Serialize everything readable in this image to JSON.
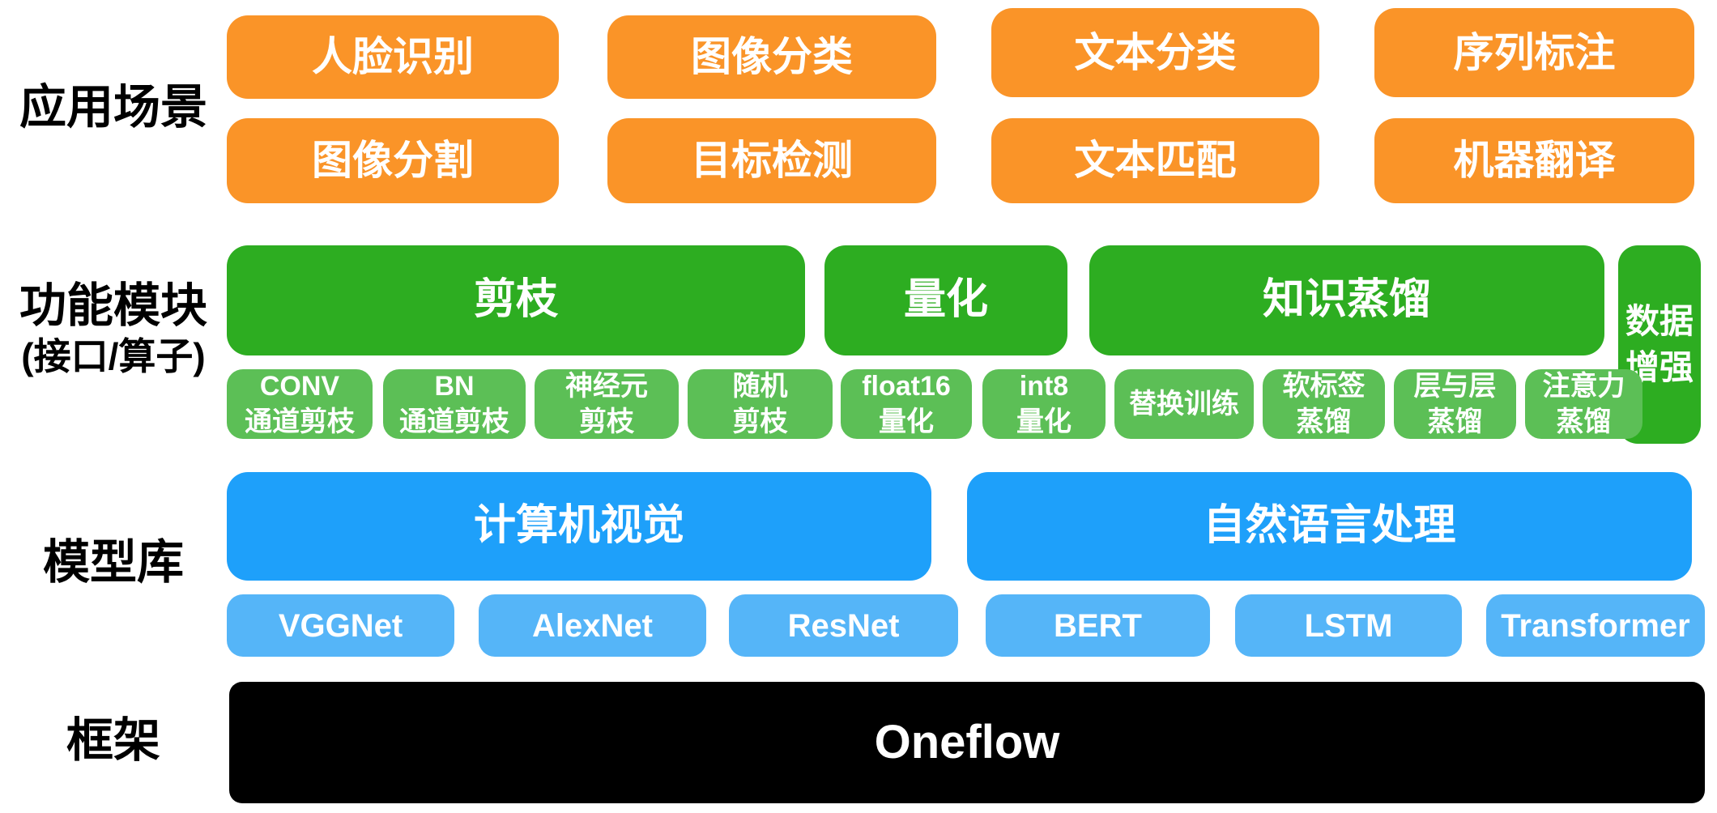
{
  "side_labels": {
    "application": "应用场景",
    "function_line1": "功能模块",
    "function_line2": "(接口/算子)",
    "model": "模型库",
    "framework": "框架"
  },
  "application_scenarios": {
    "row1": [
      "人脸识别",
      "图像分类",
      "文本分类",
      "序列标注"
    ],
    "row2": [
      "图像分割",
      "目标检测",
      "文本匹配",
      "机器翻译"
    ]
  },
  "function_modules": {
    "groups": [
      "剪枝",
      "量化",
      "知识蒸馏"
    ],
    "data_augmentation": {
      "line1": "数据",
      "line2": "增强"
    },
    "operators": [
      {
        "line1": "CONV",
        "line2": "通道剪枝"
      },
      {
        "line1": "BN",
        "line2": "通道剪枝"
      },
      {
        "line1": "神经元",
        "line2": "剪枝"
      },
      {
        "line1": "随机",
        "line2": "剪枝"
      },
      {
        "line1": "float16",
        "line2": "量化"
      },
      {
        "line1": "int8",
        "line2": "量化"
      },
      {
        "line1": "替换训练",
        "line2": ""
      },
      {
        "line1": "软标签",
        "line2": "蒸馏"
      },
      {
        "line1": "层与层",
        "line2": "蒸馏"
      },
      {
        "line1": "注意力",
        "line2": "蒸馏"
      }
    ]
  },
  "model_library": {
    "groups": [
      "计算机视觉",
      "自然语言处理"
    ],
    "models": [
      "VGGNet",
      "AlexNet",
      "ResNet",
      "BERT",
      "LSTM",
      "Transformer"
    ]
  },
  "framework": {
    "name": "Oneflow"
  },
  "colors": {
    "orange": "#FA9428",
    "green": "#2DAD21",
    "light_green": "#5CBF56",
    "blue": "#1EA0FA",
    "light_blue": "#55B5F8",
    "framework_black": "#000000"
  }
}
